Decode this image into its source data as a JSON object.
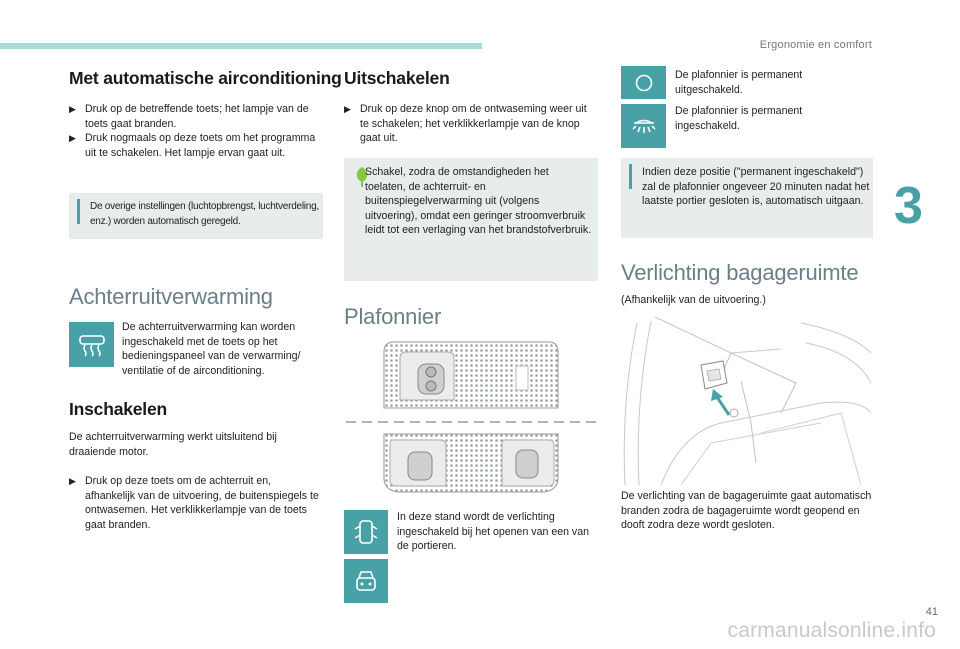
{
  "header": {
    "section_title": "Ergonomie en comfort",
    "chapter_number": "3",
    "page_number": "41"
  },
  "col1": {
    "ac_title": "Met automatische airconditioning",
    "ac_bullets": [
      "Druk op de betreffende toets; het lampje van de toets gaat branden.",
      "Druk nogmaals op deze toets om het programma uit te schakelen. Het lampje ervan gaat uit."
    ],
    "ac_note": "De overige instellingen (luchtopbrengst, luchtverdeling, enz.) worden automatisch geregeld.",
    "rear_title": "Achterruitverwarming",
    "rear_text": "De achterruitverwarming kan worden ingeschakeld met de toets op het bedieningspaneel van de verwarming/ ventilatie of de airconditioning.",
    "on_title": "Inschakelen",
    "on_text": "De achterruitverwarming werkt uitsluitend bij draaiende motor.",
    "on_bullet": "Druk op deze toets om de achterruit en, afhankelijk van de uitvoering, de buitenspiegels te ontwasemen. Het verklikkerlampje van de toets gaat branden."
  },
  "col2": {
    "off_title": "Uitschakelen",
    "off_bullet": "Druk op deze knop om de ontwaseming weer uit te schakelen; het verklikkerlampje van de knop gaat uit.",
    "eco_note": "Schakel, zodra de omstandigheden het toelaten, de achterruit- en buitenspiegelverwarming uit (volgens uitvoering), omdat een geringer stroomverbruik leidt tot een verlaging van het brandstofverbruik.",
    "plafonnier_title": "Plafonnier",
    "door_mode_text": "In deze stand wordt de verlichting ingeschakeld bij het openen van een van de portieren."
  },
  "col3": {
    "off_mode_text": "De plafonnier is permanent uitgeschakeld.",
    "on_mode_text": "De plafonnier is permanent ingeschakeld.",
    "info_note": "Indien deze positie (\"permanent ingeschakeld\") zal de plafonnier ongeveer 20 minuten nadat het laatste portier gesloten is, automatisch uitgaan.",
    "trunk_title": "Verlichting bagageruimte",
    "trunk_sub": "(Afhankelijk van de uitvoering.)",
    "trunk_text": "De verlichting van de bagageruimte gaat automatisch branden zodra de bagageruimte wordt geopend en dooft zodra deze wordt gesloten."
  },
  "icons": {
    "bullet": "triangle-right-icon",
    "info": "info-icon",
    "eco": "leaf-icon",
    "rear_defrost": "rear-defrost-icon",
    "door_mode": "door-open-icon",
    "off_mode": "circle-icon",
    "on_mode": "lamp-icon"
  },
  "watermark": "carmanualsonline.info",
  "colors": {
    "accent": "#47a1a6",
    "note_bg": "#e8ecec",
    "eco_green": "#8cc63f",
    "title_grey": "#6a7f86",
    "topbar": "#a9dbd8"
  }
}
